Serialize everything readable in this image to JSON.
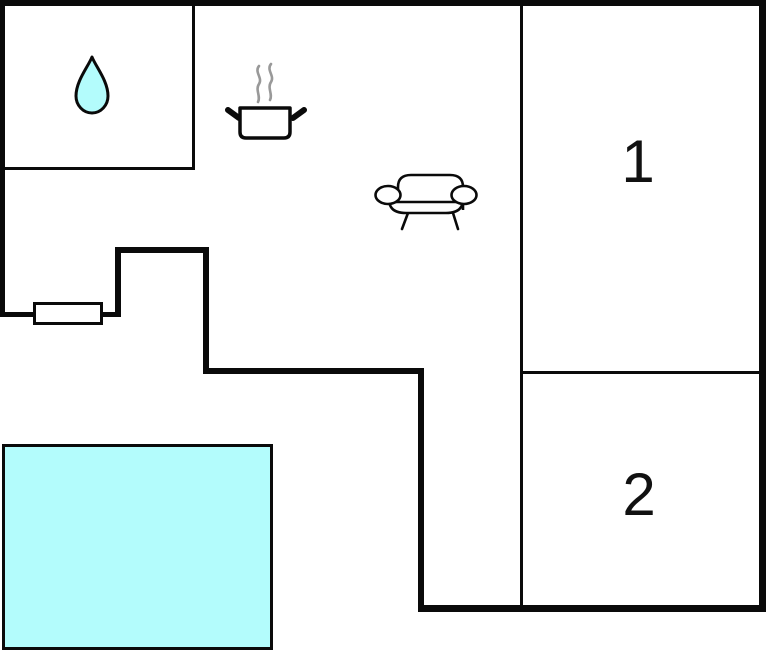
{
  "floorplan": {
    "title": "floor-plan",
    "labels": {
      "room_1": "1",
      "room_2": "2"
    },
    "icons": [
      {
        "name": "water-drop-icon",
        "meaning": "bathroom"
      },
      {
        "name": "cooking-pot-icon",
        "meaning": "kitchen"
      },
      {
        "name": "sofa-icon",
        "meaning": "living-room"
      },
      {
        "name": "radiator-icon",
        "meaning": "window-or-radiator-on-wall"
      },
      {
        "name": "pool-area",
        "meaning": "water / pool rectangle"
      }
    ],
    "colors": {
      "wall": "#0a0a0a",
      "water_fill": "#b3fcfc",
      "steam": "#999999",
      "background": "#ffffff"
    }
  }
}
